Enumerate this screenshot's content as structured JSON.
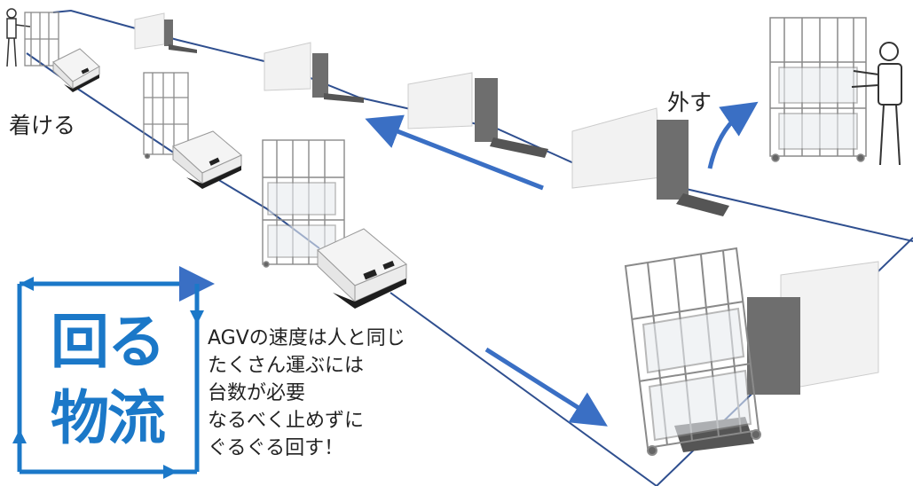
{
  "labels": {
    "attach": "着ける",
    "detach": "外す"
  },
  "title": {
    "line1": "回る",
    "line2": "物流"
  },
  "notes": [
    "AGVの速度は人と同じ",
    "たくさん運ぶには",
    "台数が必要",
    "なるべく止めずに",
    "ぐるぐる回す！"
  ],
  "colors": {
    "route_line": "#2f4f8f",
    "arrow": "#3a6fc4",
    "title": "#1b78c8",
    "frame": "#1b78c8",
    "cart": "#8a8a8a",
    "agv_body": "#f4f4f4",
    "agv_base": "#1e1e1e",
    "block": "#f2f2f2",
    "lift": "#6e6e6e"
  },
  "icons": [
    "worker-icon",
    "agv-icon",
    "cart-icon",
    "lift-icon",
    "loop-frame-icon"
  ]
}
